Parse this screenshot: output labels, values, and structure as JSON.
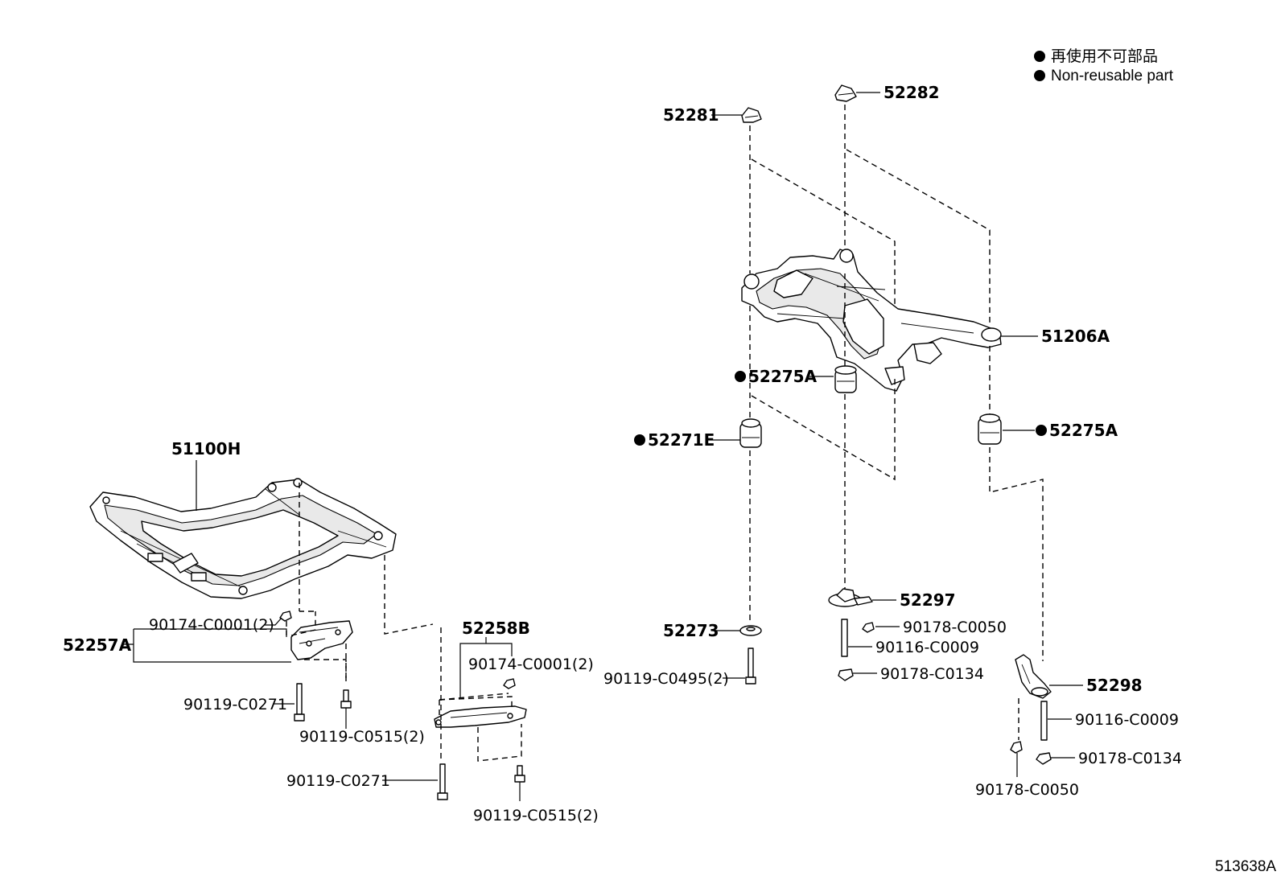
{
  "legend": {
    "line_jp": "再使用不可部品",
    "line_en": "Non-reusable part"
  },
  "diagram_id": "513638A",
  "labels": {
    "p51100H": "51100H",
    "p52257A": "52257A",
    "p52258B": "52258B",
    "p90174_left": "90174-C0001(2)",
    "p90174_right": "90174-C0001(2)",
    "p90119_c0271_left": "90119-C0271",
    "p90119_c0271_right": "90119-C0271",
    "p90119_c0515_left": "90119-C0515(2)",
    "p90119_c0515_right": "90119-C0515(2)",
    "p52281": "52281",
    "p52282": "52282",
    "p51206A": "51206A",
    "p52275A_center": "52275A",
    "p52275A_right": "52275A",
    "p52271E": "52271E",
    "p52273": "52273",
    "p90119_c0495": "90119-C0495(2)",
    "p52297": "52297",
    "p90178_c0050_center": "90178-C0050",
    "p90116_c0009_center": "90116-C0009",
    "p90178_c0134_center": "90178-C0134",
    "p52298": "52298",
    "p90116_c0009_right": "90116-C0009",
    "p90178_c0134_right": "90178-C0134",
    "p90178_c0050_right": "90178-C0050"
  },
  "non_reusable_parts": [
    "52275A",
    "52271E"
  ]
}
